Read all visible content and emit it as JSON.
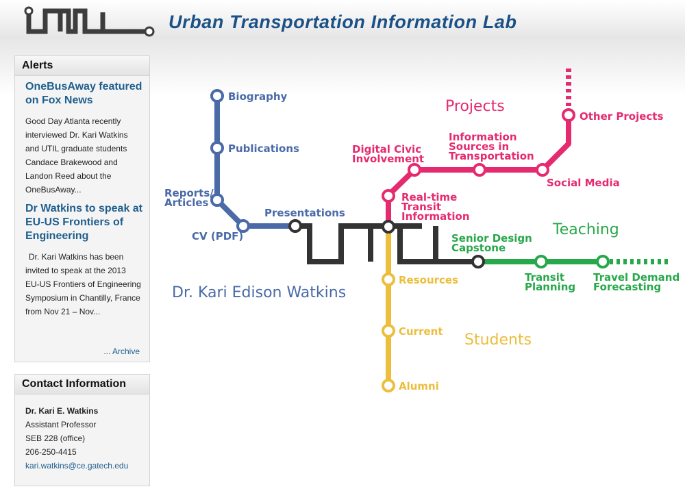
{
  "header": {
    "title": "Urban Transportation Information Lab"
  },
  "alerts": {
    "heading": "Alerts",
    "items": [
      {
        "title": "OneBusAway featured on Fox News",
        "body": "Good Day Atlanta recently interviewed Dr. Kari Watkins and UTIL graduate students Candace Brakewood and Landon Reed about the OneBusAway..."
      },
      {
        "title": "Dr Watkins to speak at EU-US Frontiers of Engineering",
        "body": "Dr. Kari Watkins has been invited to speak at the 2013 EU-US Frontiers of Engineering Symposium in Chantilly, France from Nov 21 – Nov..."
      }
    ],
    "archive_label": "... Archive"
  },
  "contact": {
    "heading": "Contact Information",
    "name": "Dr. Kari E. Watkins",
    "position": "Assistant Professor",
    "office": "SEB 228 (office)",
    "phone": "206-250-4415",
    "email": "kari.watkins@ce.gatech.edu"
  },
  "map": {
    "colors": {
      "blue": "#4a6aa8",
      "pink": "#e52a6f",
      "yellow": "#ecbe3c",
      "green": "#27a84a",
      "black": "#333333"
    },
    "person_name": "Dr. Kari Edison Watkins",
    "lines": {
      "projects": "Projects",
      "teaching": "Teaching",
      "students": "Students"
    },
    "stations": {
      "biography": "Biography",
      "publications": "Publications",
      "reports_1": "Reports/",
      "reports_2": "Articles",
      "cv": "CV (PDF)",
      "presentations": "Presentations",
      "digital_1": "Digital Civic",
      "digital_2": "Involvement",
      "info_1": "Information",
      "info_2": "Sources in",
      "info_3": "Transportation",
      "other_projects": "Other Projects",
      "social_media": "Social Media",
      "realtime_1": "Real-time",
      "realtime_2": "Transit",
      "realtime_3": "Information",
      "senior_1": "Senior Design",
      "senior_2": "Capstone",
      "transit_1": "Transit",
      "transit_2": "Planning",
      "travel_1": "Travel Demand",
      "travel_2": "Forecasting",
      "resources": "Resources",
      "current": "Current",
      "alumni": "Alumni"
    }
  }
}
